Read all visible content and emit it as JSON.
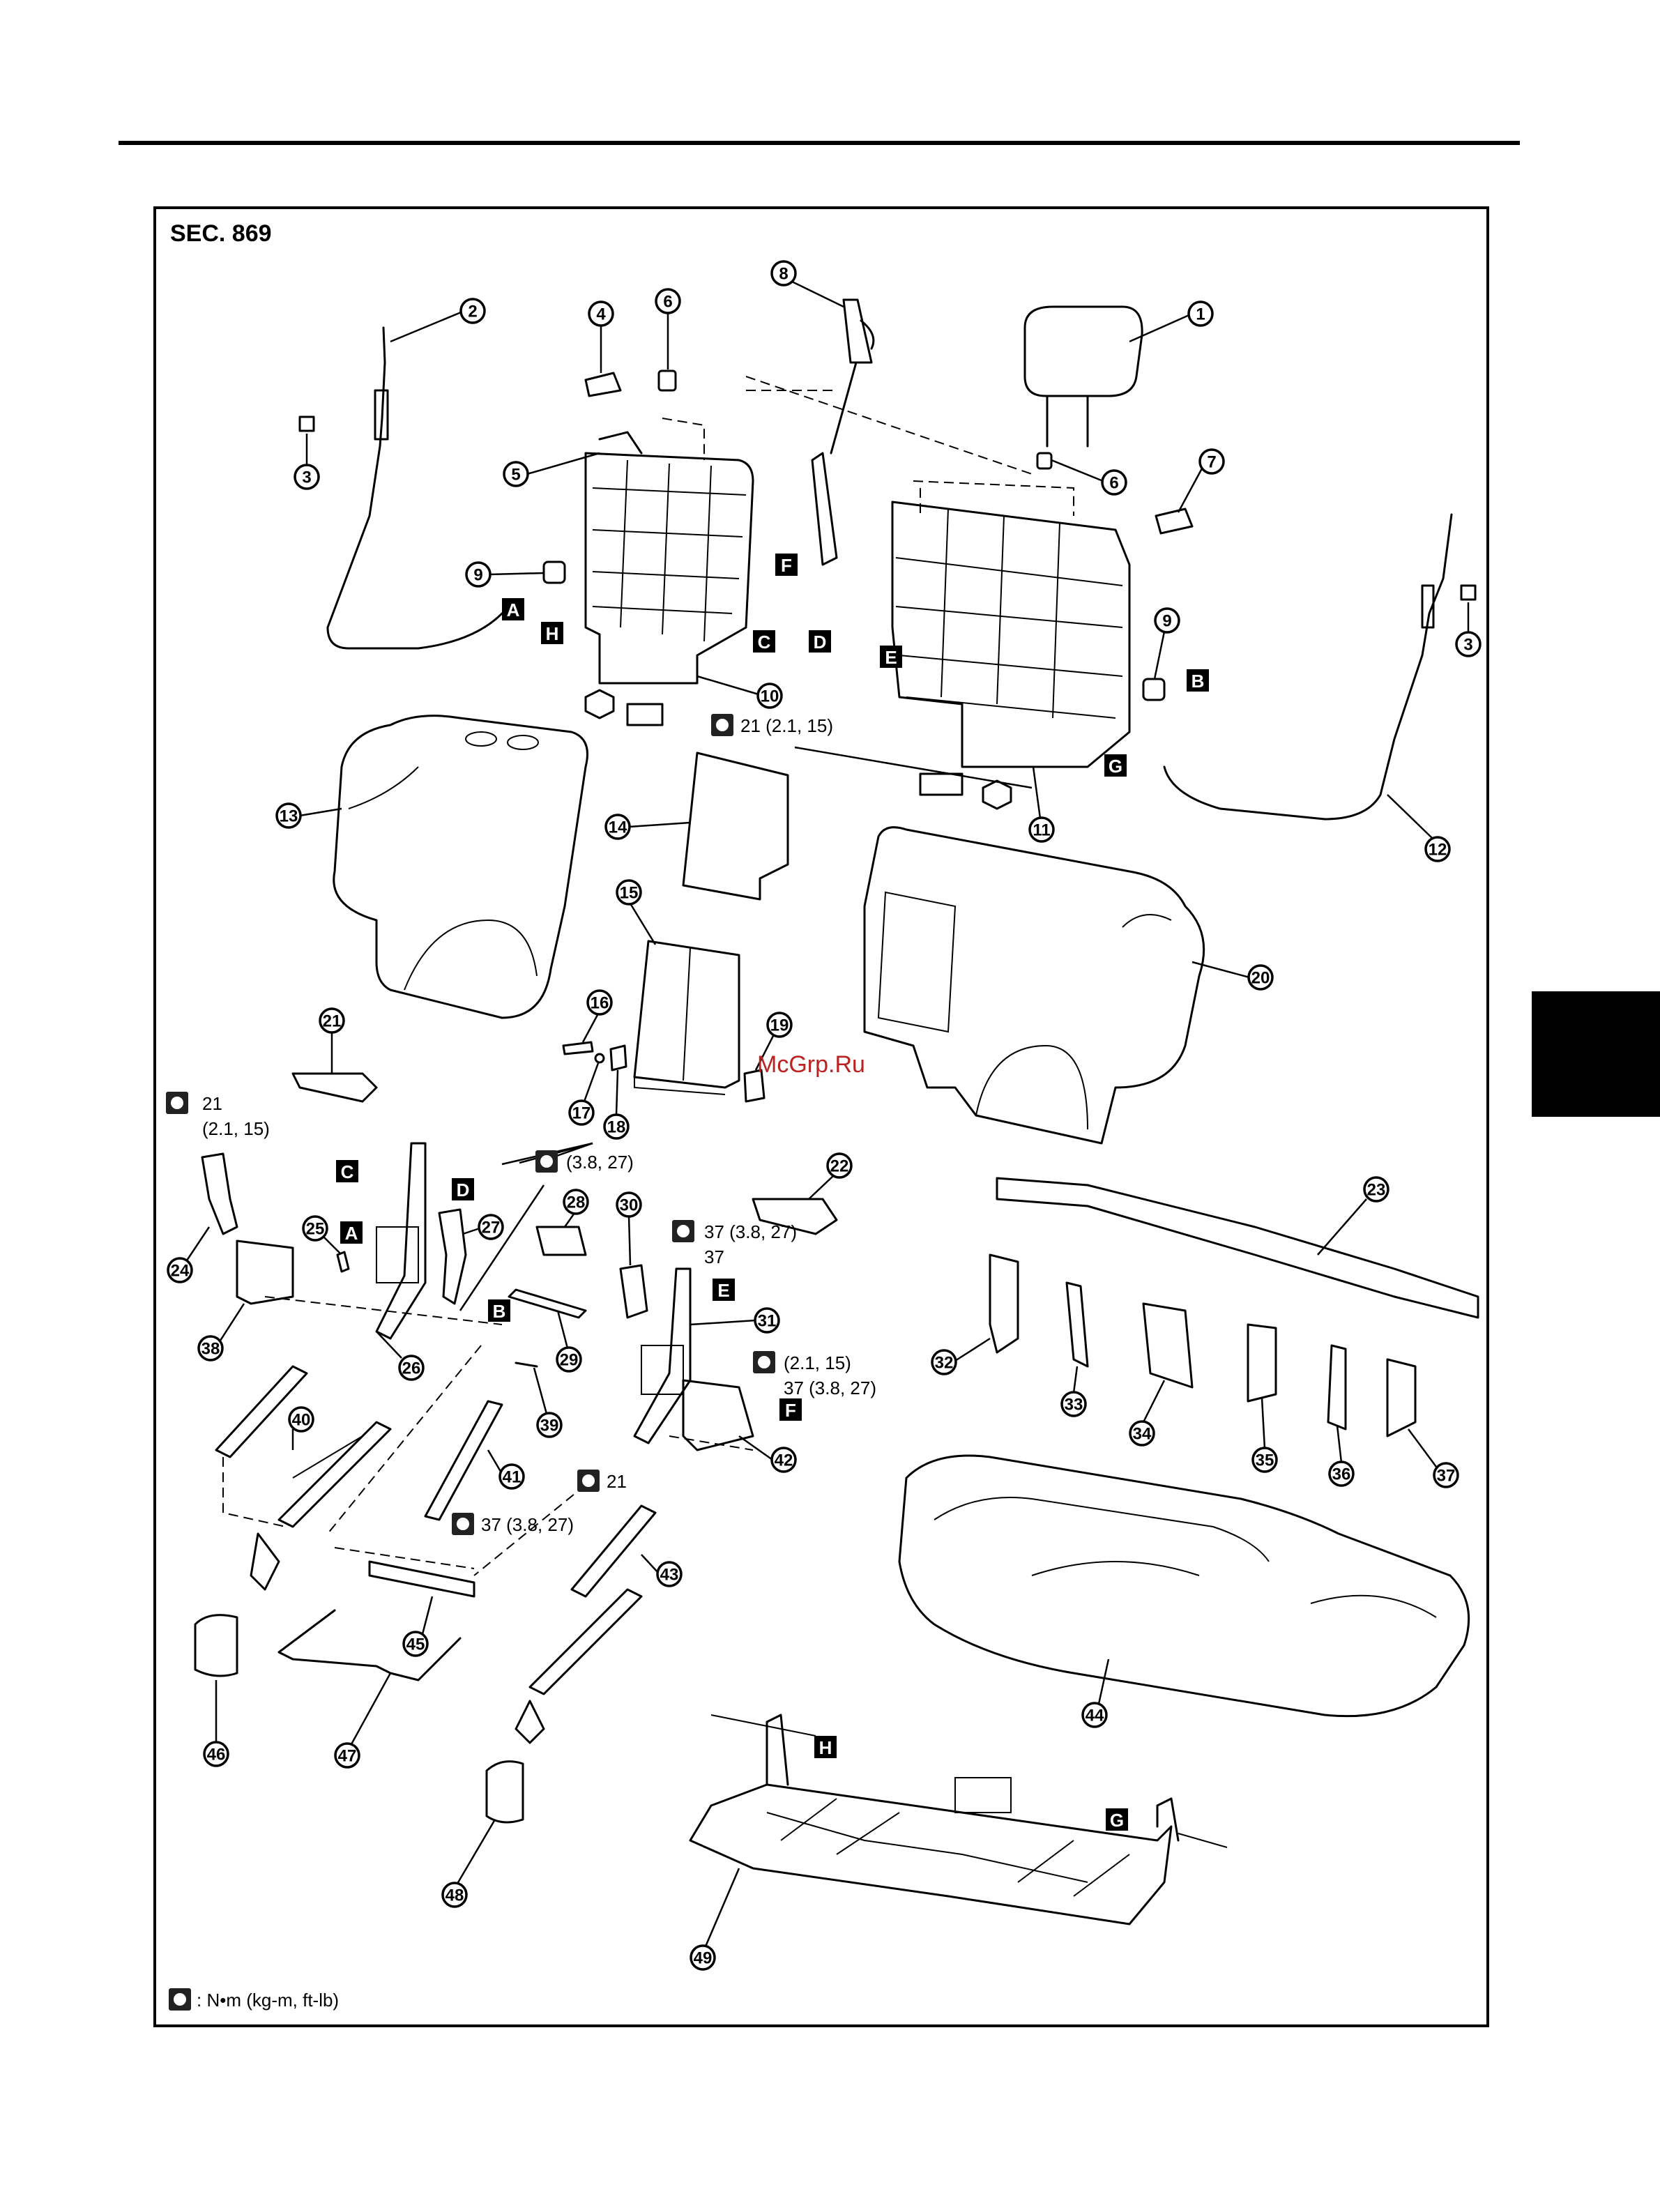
{
  "section_title": "SEC. 869",
  "watermark": "McGrp.Ru",
  "legend": {
    "label": ": N•m (kg-m, ft-lb)"
  },
  "torque_specs": [
    {
      "id": "t1",
      "text": "21 (2.1, 15)"
    },
    {
      "id": "t2a",
      "text": "21"
    },
    {
      "id": "t2b",
      "text": "(2.1, 15)"
    },
    {
      "id": "t3",
      "text": "37 (3.8, 27)"
    },
    {
      "id": "t4a",
      "text": "37"
    },
    {
      "id": "t4b",
      "text": "(3.8, 27)"
    },
    {
      "id": "t5a",
      "text": "21"
    },
    {
      "id": "t5b",
      "text": "(2.1, 15)"
    },
    {
      "id": "t6",
      "text": "37 (3.8, 27)"
    },
    {
      "id": "t7",
      "text": "37 (3.8, 27)"
    }
  ],
  "reference_markers": [
    "A",
    "B",
    "C",
    "D",
    "E",
    "F",
    "G",
    "H"
  ],
  "part_numbers": [
    "1",
    "2",
    "3",
    "4",
    "5",
    "6",
    "7",
    "8",
    "9",
    "10",
    "11",
    "12",
    "13",
    "14",
    "15",
    "16",
    "17",
    "18",
    "19",
    "20",
    "21",
    "22",
    "23",
    "24",
    "25",
    "26",
    "27",
    "28",
    "29",
    "30",
    "31",
    "32",
    "33",
    "34",
    "35",
    "36",
    "37",
    "38",
    "39",
    "40",
    "41",
    "42",
    "43",
    "44",
    "45",
    "46",
    "47",
    "48",
    "49"
  ]
}
